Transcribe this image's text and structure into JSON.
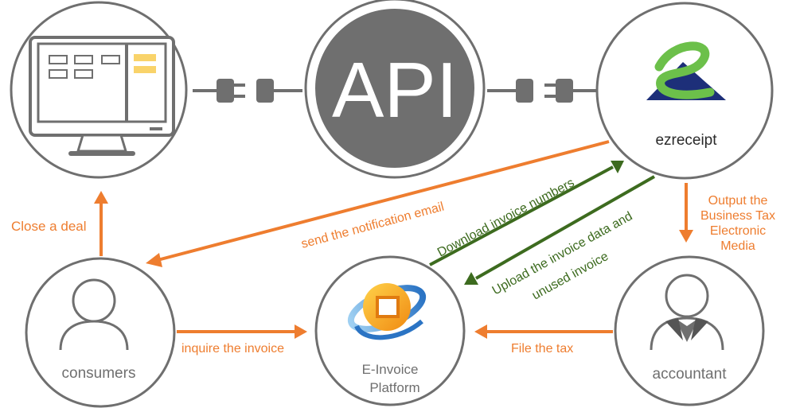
{
  "nodes": {
    "api": {
      "label": "API"
    },
    "ezreceipt": {
      "label": "ezreceipt"
    },
    "consumers": {
      "label": "consumers"
    },
    "platform": {
      "label_line1": "E-Invoice",
      "label_line2": "Platform"
    },
    "accountant": {
      "label": "accountant"
    }
  },
  "edges": {
    "close_deal": "Close a deal",
    "notification": "send the notification  email",
    "download": "Download invoice numbers",
    "upload_line1": "Upload the invoice data and",
    "upload_line2": "unused invoice",
    "output_line1": "Output the",
    "output_line2": "Business Tax",
    "output_line3": "Electronic",
    "output_line4": "Media",
    "inquire": "inquire the invoice",
    "file_tax": "File the tax"
  },
  "colors": {
    "orange": "#ee7d2f",
    "green": "#3d6b1f",
    "gray": "#6f6f6f",
    "yellow": "#f9d36a",
    "logo_green": "#6cc04a",
    "logo_navy": "#1d2f79"
  }
}
